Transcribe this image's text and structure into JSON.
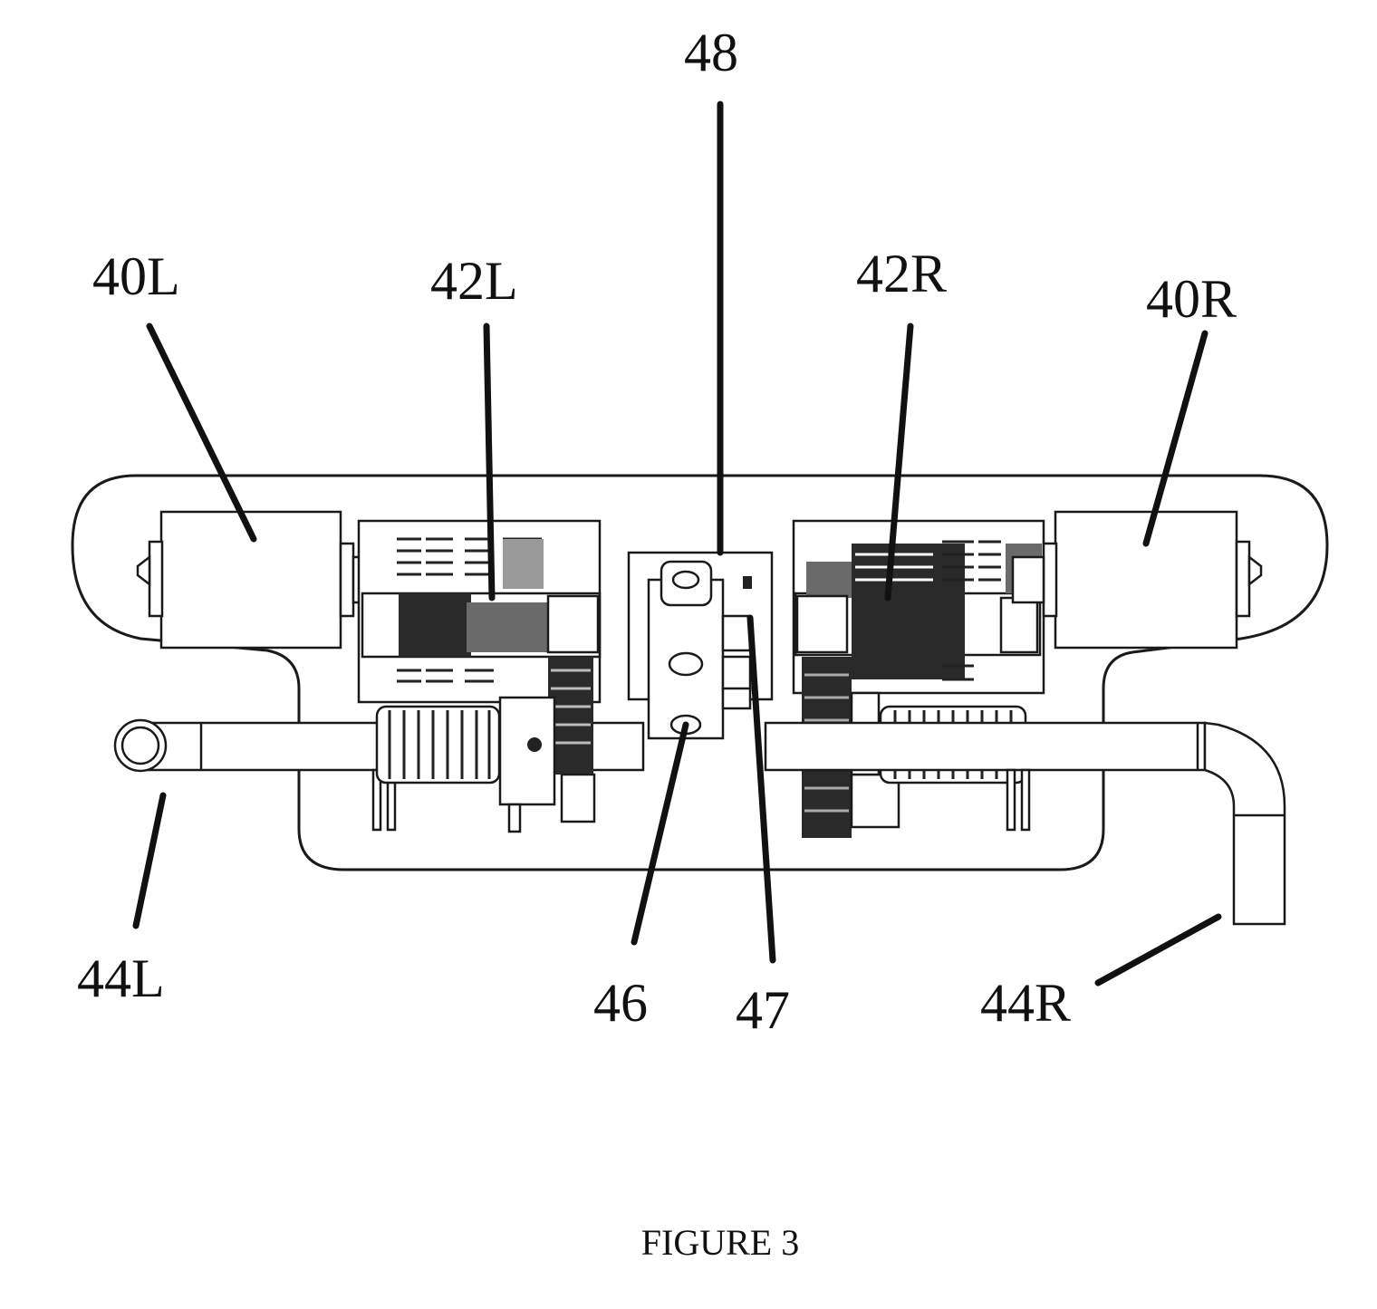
{
  "figure": {
    "caption": "FIGURE 3",
    "labels": {
      "motor_left": "40L",
      "gearbox_left": "42L",
      "connector": "48",
      "gearbox_right": "42R",
      "motor_right": "40R",
      "shaft_left": "44L",
      "bracket": "46",
      "switch": "47",
      "shaft_right": "44R"
    }
  }
}
